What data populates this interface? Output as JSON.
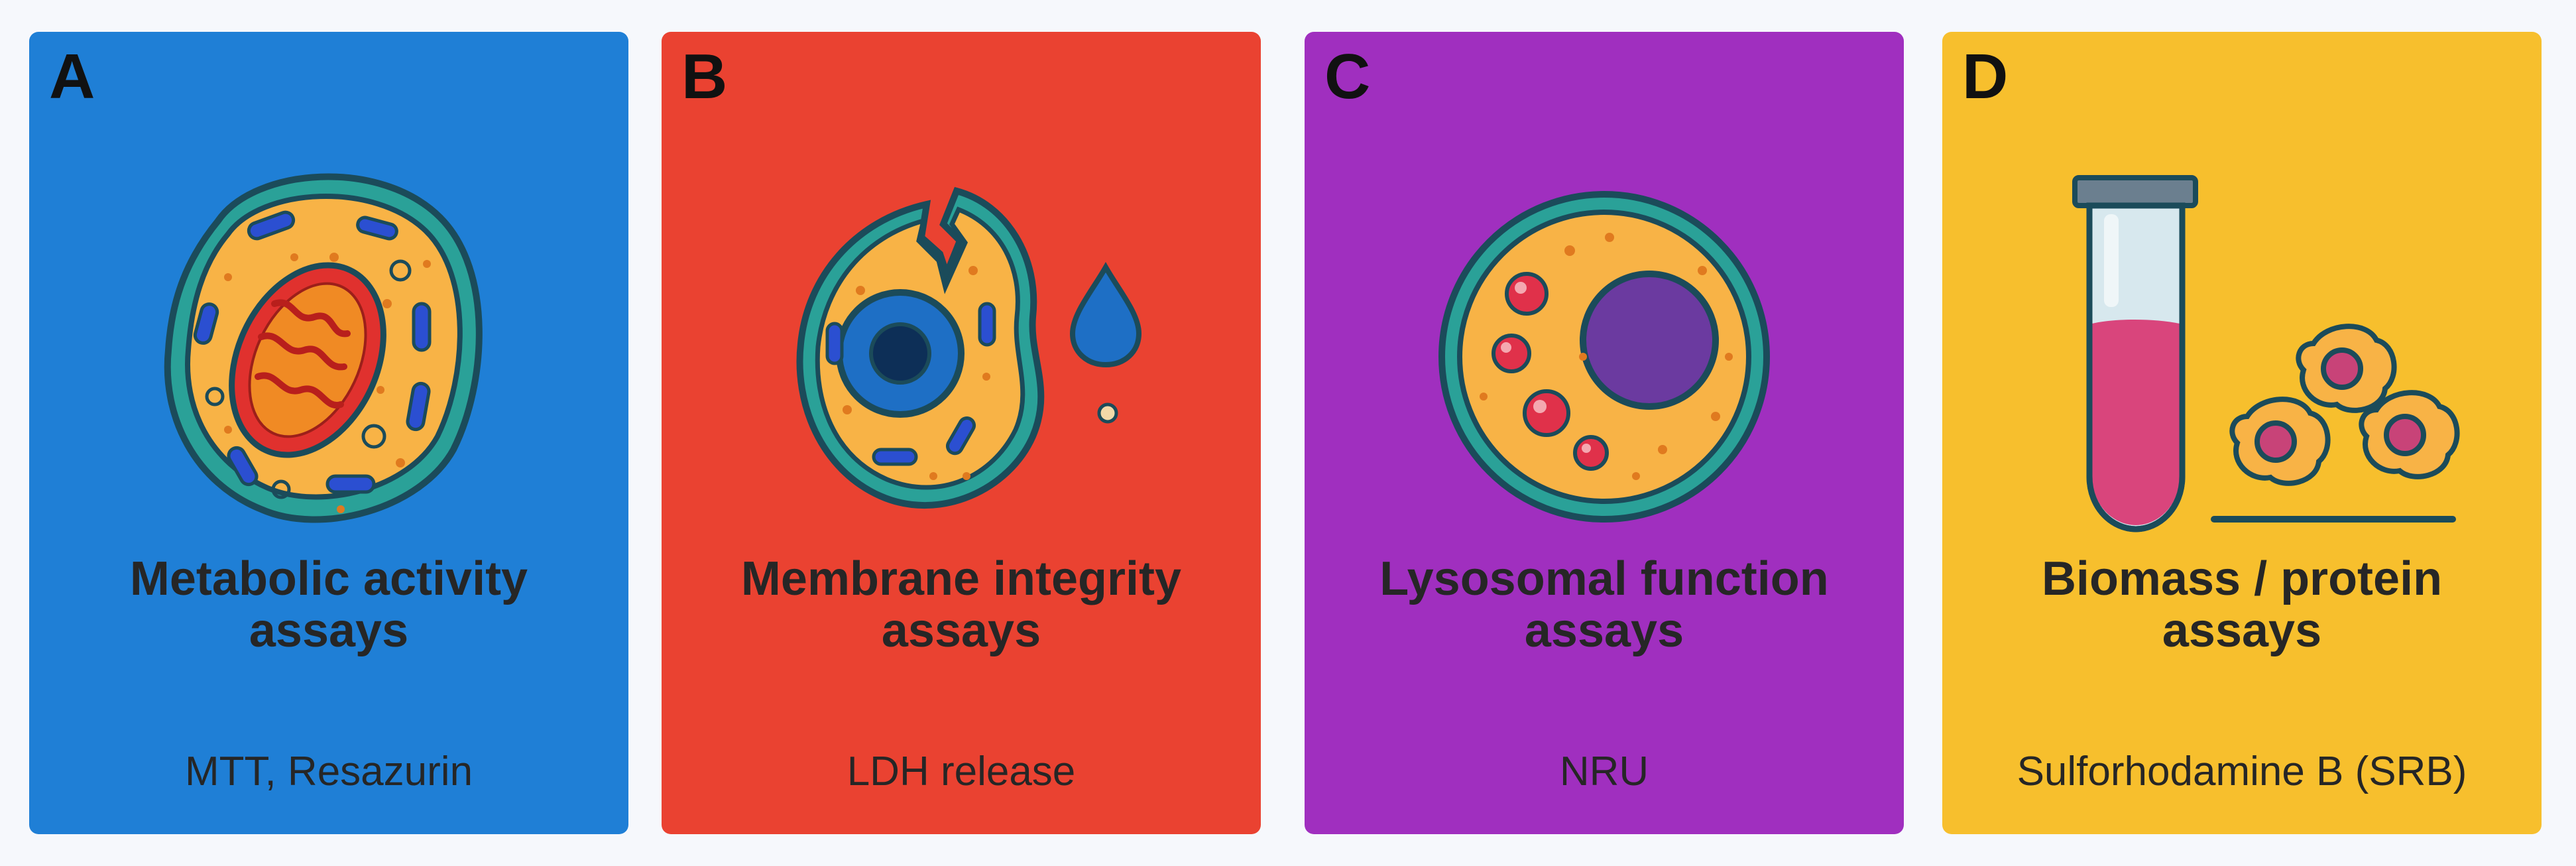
{
  "colors": {
    "panel_a": "#1f7fd6",
    "panel_b": "#ea4231",
    "panel_c": "#a02fbf",
    "panel_d": "#f7bf2d",
    "outline": "#164e63",
    "cytoplasm": "#f8b346"
  },
  "panels": [
    {
      "letter": "A",
      "icon": "cell-with-mitochondrion-icon",
      "title_line1": "Metabolic activity",
      "title_line2": "assays",
      "subtitle": "MTT, Resazurin"
    },
    {
      "letter": "B",
      "icon": "ruptured-cell-membrane-icon",
      "title_line1": "Membrane integrity",
      "title_line2": "assays",
      "subtitle": "LDH release"
    },
    {
      "letter": "C",
      "icon": "cell-with-lysosomes-icon",
      "title_line1": "Lysosomal function",
      "title_line2": "assays",
      "subtitle": "NRU"
    },
    {
      "letter": "D",
      "icon": "test-tube-and-cells-icon",
      "title_line1": "Biomass / protein",
      "title_line2": "assays",
      "subtitle": "Sulforhodamine B (SRB)"
    }
  ]
}
